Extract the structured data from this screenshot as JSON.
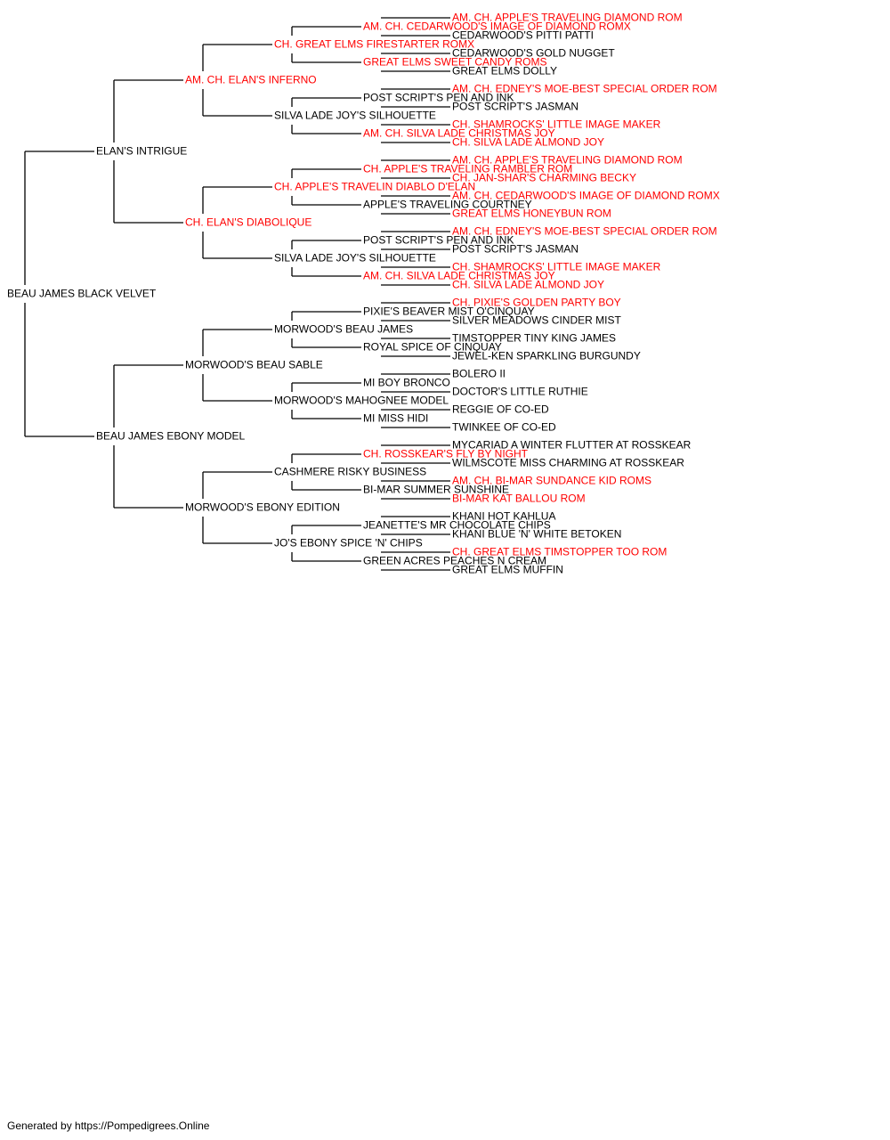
{
  "colors": {
    "champion": "#ff0000",
    "normal": "#000000",
    "line": "#000000"
  },
  "pedigree": {
    "subject": {
      "name": "BEAU JAMES BLACK VELVET",
      "champion": false
    },
    "sire": {
      "name": "ELAN'S INTRIGUE",
      "champion": false,
      "sire": {
        "name": "AM. CH. ELAN'S INFERNO",
        "champion": true,
        "sire": {
          "name": "CH. GREAT ELMS FIRESTARTER ROMX",
          "champion": true,
          "sire": {
            "name": "AM. CH. CEDARWOOD'S IMAGE OF DIAMOND ROMX",
            "champion": true,
            "sire": {
              "name": "AM. CH. APPLE'S TRAVELING DIAMOND ROM",
              "champion": true
            },
            "dam": {
              "name": "CEDARWOOD'S PITTI PATTI",
              "champion": false
            }
          },
          "dam": {
            "name": "GREAT ELMS SWEET CANDY ROMS",
            "champion": true,
            "sire": {
              "name": "CEDARWOOD'S GOLD NUGGET",
              "champion": false
            },
            "dam": {
              "name": "GREAT ELMS DOLLY",
              "champion": false
            }
          }
        },
        "dam": {
          "name": "SILVA LADE JOY'S SILHOUETTE",
          "champion": false,
          "sire": {
            "name": "POST SCRIPT'S PEN AND INK",
            "champion": false,
            "sire": {
              "name": "AM. CH. EDNEY'S MOE-BEST SPECIAL ORDER ROM",
              "champion": true
            },
            "dam": {
              "name": "POST SCRIPT'S JASMAN",
              "champion": false
            }
          },
          "dam": {
            "name": "AM. CH. SILVA LADE CHRISTMAS JOY",
            "champion": true,
            "sire": {
              "name": "CH. SHAMROCKS' LITTLE IMAGE MAKER",
              "champion": true
            },
            "dam": {
              "name": "CH. SILVA LADE ALMOND JOY",
              "champion": true
            }
          }
        }
      },
      "dam": {
        "name": "CH. ELAN'S DIABOLIQUE",
        "champion": true,
        "sire": {
          "name": "CH. APPLE'S TRAVELIN DIABLO D'ELAN",
          "champion": true,
          "sire": {
            "name": "CH. APPLE'S TRAVELING RAMBLER ROM",
            "champion": true,
            "sire": {
              "name": "AM. CH. APPLE'S TRAVELING DIAMOND ROM",
              "champion": true
            },
            "dam": {
              "name": "CH. JAN-SHAR'S CHARMING BECKY",
              "champion": true
            }
          },
          "dam": {
            "name": "APPLE'S TRAVELING COURTNEY",
            "champion": false,
            "sire": {
              "name": "AM. CH. CEDARWOOD'S IMAGE OF DIAMOND ROMX",
              "champion": true
            },
            "dam": {
              "name": "GREAT ELMS HONEYBUN ROM",
              "champion": true
            }
          }
        },
        "dam": {
          "name": "SILVA LADE JOY'S SILHOUETTE",
          "champion": false,
          "sire": {
            "name": "POST SCRIPT'S PEN AND INK",
            "champion": false,
            "sire": {
              "name": "AM. CH. EDNEY'S MOE-BEST SPECIAL ORDER ROM",
              "champion": true
            },
            "dam": {
              "name": "POST SCRIPT'S JASMAN",
              "champion": false
            }
          },
          "dam": {
            "name": "AM. CH. SILVA LADE CHRISTMAS JOY",
            "champion": true,
            "sire": {
              "name": "CH. SHAMROCKS' LITTLE IMAGE MAKER",
              "champion": true
            },
            "dam": {
              "name": "CH. SILVA LADE ALMOND JOY",
              "champion": true
            }
          }
        }
      }
    },
    "dam": {
      "name": "BEAU JAMES EBONY MODEL",
      "champion": false,
      "sire": {
        "name": "MORWOOD'S BEAU SABLE",
        "champion": false,
        "sire": {
          "name": "MORWOOD'S BEAU JAMES",
          "champion": false,
          "sire": {
            "name": "PIXIE'S BEAVER MIST O'CINQUAY",
            "champion": false,
            "sire": {
              "name": "CH. PIXIE'S GOLDEN PARTY BOY",
              "champion": true
            },
            "dam": {
              "name": "SILVER MEADOWS CINDER MIST",
              "champion": false
            }
          },
          "dam": {
            "name": "ROYAL SPICE OF CINQUAY",
            "champion": false,
            "sire": {
              "name": "TIMSTOPPER TINY KING JAMES",
              "champion": false
            },
            "dam": {
              "name": "JEWEL-KEN SPARKLING BURGUNDY",
              "champion": false
            }
          }
        },
        "dam": {
          "name": "MORWOOD'S MAHOGNEE MODEL",
          "champion": false,
          "sire": {
            "name": "MI BOY BRONCO",
            "champion": false,
            "sire": {
              "name": "BOLERO II",
              "champion": false
            },
            "dam": {
              "name": "DOCTOR'S LITTLE RUTHIE",
              "champion": false
            }
          },
          "dam": {
            "name": "MI MISS HIDI",
            "champion": false,
            "sire": {
              "name": "REGGIE OF CO-ED",
              "champion": false
            },
            "dam": {
              "name": "TWINKEE OF CO-ED",
              "champion": false
            }
          }
        }
      },
      "dam": {
        "name": "MORWOOD'S EBONY EDITION",
        "champion": false,
        "sire": {
          "name": "CASHMERE RISKY BUSINESS",
          "champion": false,
          "sire": {
            "name": "CH. ROSSKEAR'S FLY BY NIGHT",
            "champion": true,
            "sire": {
              "name": "MYCARIAD A WINTER FLUTTER AT ROSSKEAR",
              "champion": false
            },
            "dam": {
              "name": "WILMSCOTE MISS CHARMING AT ROSSKEAR",
              "champion": false
            }
          },
          "dam": {
            "name": "BI-MAR SUMMER SUNSHINE",
            "champion": false,
            "sire": {
              "name": "AM. CH. BI-MAR SUNDANCE KID ROMS",
              "champion": true
            },
            "dam": {
              "name": "BI-MAR KAT BALLOU ROM",
              "champion": true
            }
          }
        },
        "dam": {
          "name": "JO'S EBONY SPICE 'N' CHIPS",
          "champion": false,
          "sire": {
            "name": "JEANETTE'S MR CHOCOLATE CHIPS",
            "champion": false,
            "sire": {
              "name": "KHANI HOT KAHLUA",
              "champion": false
            },
            "dam": {
              "name": "KHANI BLUE 'N' WHITE BETOKEN",
              "champion": false
            }
          },
          "dam": {
            "name": "GREEN ACRES PEACHES N CREAM",
            "champion": false,
            "sire": {
              "name": "CH. GREAT ELMS TIMSTOPPER TOO ROM",
              "champion": true
            },
            "dam": {
              "name": "GREAT ELMS MUFFIN",
              "champion": false
            }
          }
        }
      }
    }
  },
  "footer": {
    "text": "Generated by https://Pompedigrees.Online"
  }
}
